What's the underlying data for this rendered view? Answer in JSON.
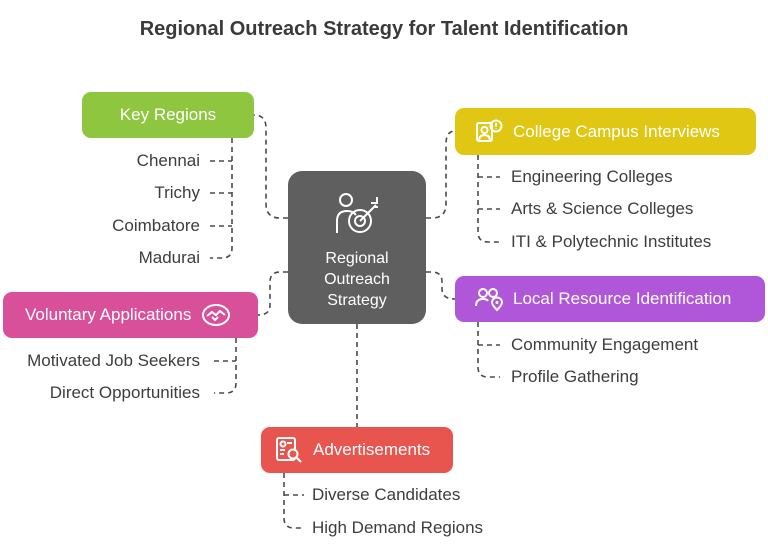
{
  "title": "Regional Outreach Strategy for Talent Identification",
  "center": {
    "label": "Regional Outreach Strategy",
    "icon": "person-target-icon",
    "color": "#5f5f5f"
  },
  "branches": {
    "key_regions": {
      "label": "Key Regions",
      "color": "#8ec63f",
      "items": [
        "Chennai",
        "Trichy",
        "Coimbatore",
        "Madurai"
      ]
    },
    "campus": {
      "label": "College Campus Interviews",
      "color": "#e0c713",
      "icon": "interview-board-icon",
      "items": [
        "Engineering Colleges",
        "Arts & Science Colleges",
        "ITI & Polytechnic Institutes"
      ]
    },
    "local": {
      "label": "Local Resource Identification",
      "color": "#b056d9",
      "icon": "people-location-icon",
      "items": [
        "Community Engagement",
        "Profile Gathering"
      ]
    },
    "voluntary": {
      "label": "Voluntary Applications",
      "color": "#d84f9a",
      "icon": "handshake-icon",
      "items": [
        "Motivated Job Seekers",
        "Direct Opportunities"
      ]
    },
    "ads": {
      "label": "Advertisements",
      "color": "#e8544e",
      "icon": "document-search-icon",
      "items": [
        "Diverse Candidates",
        "High Demand Regions"
      ]
    }
  }
}
